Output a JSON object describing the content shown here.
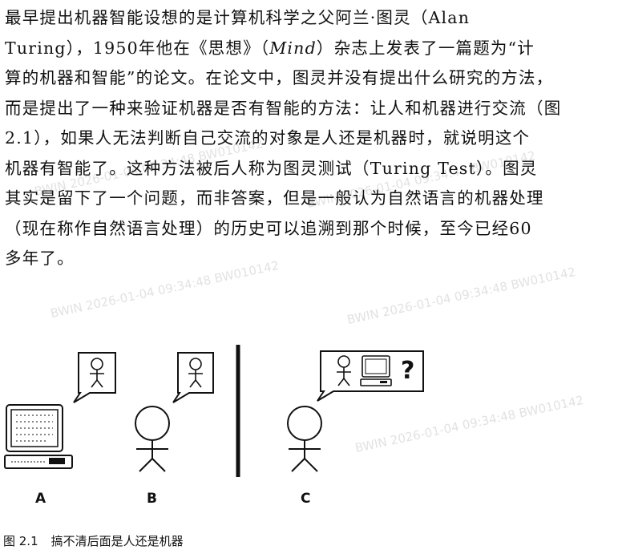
{
  "watermarks": [
    "BWIN 2026-01-04 09:34:48 BW010142",
    "BWIN 2026-01-04 09:34:48 BW010142",
    "BWIN 2026-01-04 09:34:48 BW010142",
    "BWIN 2026-01-04 09:34:48 BW010142",
    "BWIN 2026-01-04 09:34:48 BW010142"
  ],
  "paragraph": {
    "lines": [
      "最早提出机器智能设想的是计算机科学之父阿兰·图灵（Alan",
      "Turing），1950年他在《思想》（",
      "算的机器和智能”的论文。在论文中，图灵并没有提出什么研究的方法，",
      "而是提出了一种来验证机器是否有智能的方法：让人和机器进行交流（图",
      "2.1），如果人无法判断自己交流的对象是人还是机器时，就说明这个",
      "机器有智能了。这种方法被后人称为图灵测试（Turing Test）。图灵",
      "其实是留下了一个问题，而非答案，但是一般认为自然语言的机器处理",
      "（现在称作自然语言处理）的历史可以追溯到那个时候，至今已经60",
      "多年了。"
    ],
    "line2_italic": "Mind",
    "line2_rest": "）杂志上发表了一篇题为“计"
  },
  "figure": {
    "question_mark": "?",
    "labels": [
      "A",
      "B",
      "C"
    ]
  },
  "caption": {
    "number": "图 2.1",
    "text": "搞不清后面是人还是机器"
  }
}
